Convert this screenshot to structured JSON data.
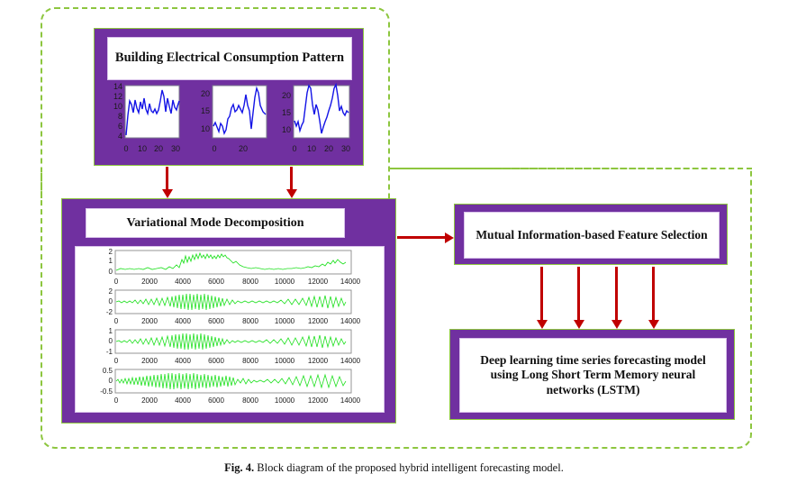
{
  "figure": {
    "caption_label": "Fig. 4.",
    "caption_text": "Block diagram of the proposed hybrid intelligent forecasting model."
  },
  "colors": {
    "block_fill": "#7030A0",
    "block_border": "#8DC63F",
    "arrow": "#C00000",
    "dashed_region": "#8DC63F",
    "pattern_line": "#1414E6",
    "vmd_line": "#1FE01F",
    "card_background": "#FFFFFF"
  },
  "blocks": {
    "pattern": {
      "title": "Building Electrical Consumption Pattern",
      "charts": [
        {
          "name": "consumption-chart-1",
          "xticks": [
            "0",
            "10",
            "20",
            "30"
          ],
          "yticks": [
            "4",
            "6",
            "8",
            "10",
            "12",
            "14"
          ],
          "xlim": [
            0,
            33
          ],
          "ylim": [
            4,
            14
          ]
        },
        {
          "name": "consumption-chart-2",
          "xticks": [
            "0",
            "20"
          ],
          "yticks": [
            "10",
            "15",
            "20"
          ],
          "xlim": [
            0,
            28
          ],
          "ylim": [
            8,
            22
          ]
        },
        {
          "name": "consumption-chart-3",
          "xticks": [
            "0",
            "10",
            "20",
            "30"
          ],
          "yticks": [
            "10",
            "15",
            "20"
          ],
          "xlim": [
            0,
            33
          ],
          "ylim": [
            7,
            24
          ]
        }
      ]
    },
    "vmd": {
      "title": "Variational Mode Decomposition",
      "subplots": [
        {
          "name": "vmd-mode-1",
          "yticks": [
            "0",
            "1",
            "2"
          ],
          "ylim": [
            0,
            2
          ],
          "xticks": [
            "0",
            "2000",
            "4000",
            "6000",
            "8000",
            "10000",
            "12000",
            "14000"
          ],
          "xlim": [
            0,
            14000
          ]
        },
        {
          "name": "vmd-mode-2",
          "yticks": [
            "-2",
            "0",
            "2"
          ],
          "ylim": [
            -2,
            2
          ],
          "xticks": [
            "0",
            "2000",
            "4000",
            "6000",
            "8000",
            "10000",
            "12000",
            "14000"
          ],
          "xlim": [
            0,
            14000
          ]
        },
        {
          "name": "vmd-mode-3",
          "yticks": [
            "-1",
            "0",
            "1"
          ],
          "ylim": [
            -1,
            1
          ],
          "xticks": [
            "0",
            "2000",
            "4000",
            "6000",
            "8000",
            "10000",
            "12000",
            "14000"
          ],
          "xlim": [
            0,
            14000
          ]
        },
        {
          "name": "vmd-mode-4",
          "yticks": [
            "-0.5",
            "0",
            "0.5"
          ],
          "ylim": [
            -0.5,
            0.5
          ],
          "xticks": [
            "0",
            "2000",
            "4000",
            "6000",
            "8000",
            "10000",
            "12000",
            "14000"
          ],
          "xlim": [
            0,
            14000
          ]
        }
      ]
    },
    "mi": {
      "title": "Mutual Information-based Feature Selection"
    },
    "lstm": {
      "title": "Deep learning time series forecasting model using Long Short Term Memory neural networks (LSTM)"
    }
  },
  "arrows": [
    {
      "name": "arrow-pattern-to-vmd-left",
      "direction": "down"
    },
    {
      "name": "arrow-pattern-to-vmd-right",
      "direction": "down"
    },
    {
      "name": "arrow-vmd-to-mi",
      "direction": "right"
    },
    {
      "name": "arrow-mi-to-lstm-1",
      "direction": "down"
    },
    {
      "name": "arrow-mi-to-lstm-2",
      "direction": "down"
    },
    {
      "name": "arrow-mi-to-lstm-3",
      "direction": "down"
    },
    {
      "name": "arrow-mi-to-lstm-4",
      "direction": "down"
    }
  ],
  "chart_data": [
    {
      "type": "line",
      "name": "consumption-chart-1",
      "title": "",
      "xlabel": "",
      "ylabel": "",
      "xlim": [
        0,
        33
      ],
      "ylim": [
        4,
        14
      ],
      "xticks": [
        0,
        10,
        20,
        30
      ],
      "yticks": [
        4,
        6,
        8,
        10,
        12,
        14
      ],
      "grid": false,
      "series": [
        {
          "name": "building-1",
          "x": [
            0,
            1,
            2,
            3,
            4,
            5,
            6,
            7,
            8,
            9,
            10,
            11,
            12,
            13,
            14,
            15,
            16,
            17,
            18,
            19,
            20,
            21,
            22,
            23,
            24,
            25,
            26,
            27,
            28,
            29,
            30,
            31,
            32
          ],
          "values": [
            4.6,
            8.2,
            11.0,
            10.3,
            8.8,
            11.3,
            9.6,
            8.6,
            10.9,
            9.5,
            11.6,
            9.4,
            8.5,
            10.6,
            9.2,
            8.9,
            9.6,
            8.7,
            9.4,
            11.0,
            13.2,
            11.7,
            9.1,
            12.2,
            10.0,
            8.7,
            11.5,
            9.9,
            9.3,
            10.1,
            10.6,
            11.3,
            11.8
          ]
        }
      ]
    },
    {
      "type": "line",
      "name": "consumption-chart-2",
      "title": "",
      "xlabel": "",
      "ylabel": "",
      "xlim": [
        0,
        28
      ],
      "ylim": [
        8,
        22
      ],
      "xticks": [
        0,
        20
      ],
      "yticks": [
        10,
        15,
        20
      ],
      "grid": false,
      "series": [
        {
          "name": "building-2",
          "x": [
            0,
            1,
            2,
            3,
            4,
            5,
            6,
            7,
            8,
            9,
            10,
            11,
            12,
            13,
            14,
            15,
            16,
            17,
            18,
            19,
            20,
            21,
            22,
            23,
            24,
            25,
            26,
            27
          ],
          "values": [
            10.6,
            11.2,
            10.3,
            9.3,
            11.1,
            10.4,
            9.0,
            9.6,
            11.9,
            12.4,
            14.2,
            15.1,
            13.2,
            13.7,
            15.0,
            14.2,
            13.0,
            15.1,
            18.0,
            15.1,
            13.5,
            9.9,
            13.2,
            17.5,
            20.8,
            19.5,
            15.1,
            13.5
          ]
        }
      ]
    },
    {
      "type": "line",
      "name": "consumption-chart-3",
      "title": "",
      "xlabel": "",
      "ylabel": "",
      "xlim": [
        0,
        33
      ],
      "ylim": [
        7,
        24
      ],
      "xticks": [
        0,
        10,
        20,
        30
      ],
      "yticks": [
        10,
        15,
        20
      ],
      "grid": false,
      "series": [
        {
          "name": "building-3",
          "x": [
            0,
            1,
            2,
            3,
            4,
            5,
            6,
            7,
            8,
            9,
            10,
            11,
            12,
            13,
            14,
            15,
            16,
            17,
            18,
            19,
            20,
            21,
            22,
            23,
            24,
            25,
            26,
            27,
            28,
            29,
            30,
            31,
            32
          ],
          "values": [
            12.5,
            10.8,
            12.0,
            9.9,
            11.2,
            12.0,
            15.5,
            19.2,
            21.8,
            21.0,
            16.0,
            13.0,
            16.0,
            14.3,
            11.8,
            8.5,
            10.5,
            12.2,
            13.5,
            15.5,
            17.0,
            19.5,
            22.3,
            23.5,
            20.0,
            15.0,
            16.5,
            14.5,
            13.8,
            15.0,
            14.6,
            14.8,
            14.4
          ]
        }
      ]
    },
    {
      "type": "line",
      "name": "vmd-mode-1",
      "title": "",
      "xlabel": "",
      "ylabel": "",
      "xlim": [
        0,
        14000
      ],
      "ylim": [
        0,
        2
      ],
      "xticks": [
        0,
        2000,
        4000,
        6000,
        8000,
        10000,
        12000,
        14000
      ],
      "yticks": [
        0,
        1,
        2
      ],
      "grid": false,
      "description": "low-frequency trend component, data ends near x=13000"
    },
    {
      "type": "line",
      "name": "vmd-mode-2",
      "title": "",
      "xlabel": "",
      "ylabel": "",
      "xlim": [
        0,
        14000
      ],
      "ylim": [
        -2,
        2
      ],
      "xticks": [
        0,
        2000,
        4000,
        6000,
        8000,
        10000,
        12000,
        14000
      ],
      "yticks": [
        -2,
        0,
        2
      ],
      "grid": false,
      "description": "oscillatory component with bursts around 3000-7000 and 11500-13000"
    },
    {
      "type": "line",
      "name": "vmd-mode-3",
      "title": "",
      "xlabel": "",
      "ylabel": "",
      "xlim": [
        0,
        14000
      ],
      "ylim": [
        -1,
        1
      ],
      "xticks": [
        0,
        2000,
        4000,
        6000,
        8000,
        10000,
        12000,
        14000
      ],
      "yticks": [
        -1,
        0,
        1
      ],
      "grid": false,
      "description": "higher-frequency component with bursts around 3000-6500 and 10500-13000"
    },
    {
      "type": "line",
      "name": "vmd-mode-4",
      "title": "",
      "xlabel": "",
      "ylabel": "",
      "xlim": [
        0,
        14000
      ],
      "ylim": [
        -0.5,
        0.5
      ],
      "xticks": [
        0,
        2000,
        4000,
        6000,
        8000,
        10000,
        12000,
        14000
      ],
      "yticks": [
        -0.5,
        0,
        0.5
      ],
      "grid": false,
      "description": "highest-frequency residual component, broadly distributed"
    }
  ]
}
